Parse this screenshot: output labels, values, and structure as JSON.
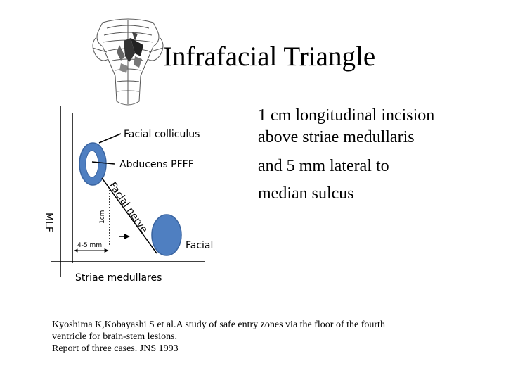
{
  "title": "Infrafacial Triangle",
  "description_lines": [
    "1 cm longitudinal incision",
    "above striae medullaris",
    "and 5 mm lateral to",
    "median sulcus"
  ],
  "diagram": {
    "labels": {
      "facial_colliculus": "Facial colliculus",
      "abducens": "Abducens PFFF",
      "facial_nerve": "Facial nerve",
      "facial": "Facial",
      "mlf": "MLF",
      "one_cm": "1cm",
      "four_five_mm": "4-5 mm",
      "striae": "Striae medullares"
    },
    "colors": {
      "structure_fill": "#4f7fc1",
      "structure_stroke": "#3a64a0",
      "line": "#000000"
    }
  },
  "reference": {
    "line1": "Kyoshima K,Kobayashi S et al.A study of safe entry zones via the floor of the fourth",
    "line2": "ventricle for brain-stem lesions.",
    "line3": "Report of three cases. JNS 1993"
  },
  "icons": {
    "brainstem": "brainstem-illustration-icon"
  }
}
